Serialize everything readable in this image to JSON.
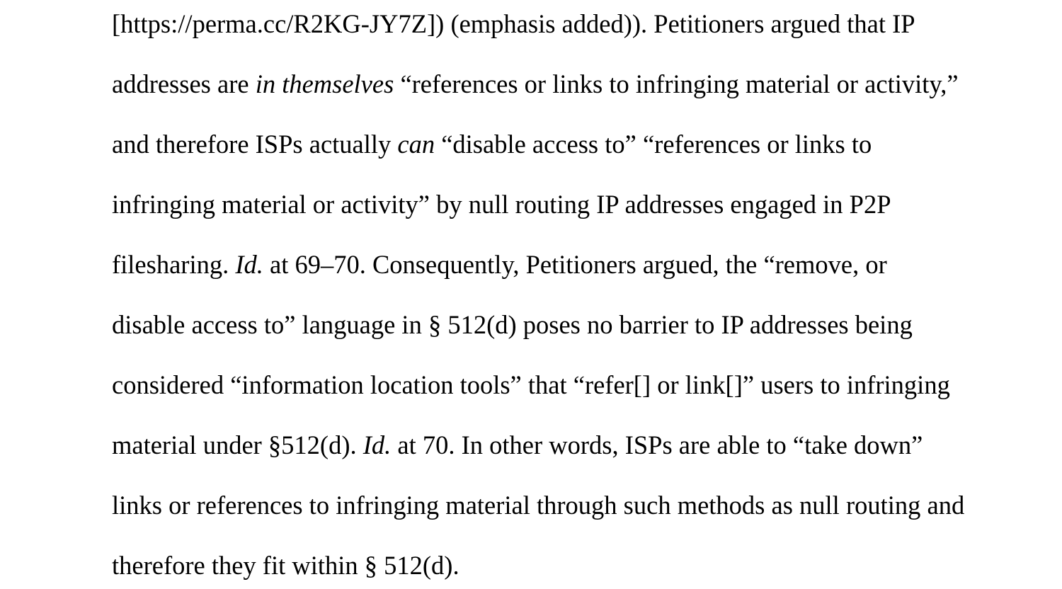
{
  "document": {
    "lines": [
      [
        {
          "text": "[https://perma.cc/R2KG-JY7Z]) (emphasis added)).  Petitioners argued that IP",
          "italic": false
        }
      ],
      [
        {
          "text": "addresses are ",
          "italic": false
        },
        {
          "text": "in themselves",
          "italic": true
        },
        {
          "text": " “references or links to infringing material or activity,”",
          "italic": false
        }
      ],
      [
        {
          "text": "and therefore ISPs actually ",
          "italic": false
        },
        {
          "text": "can",
          "italic": true
        },
        {
          "text": " “disable access to” “references or links to",
          "italic": false
        }
      ],
      [
        {
          "text": "infringing material or activity” by null routing IP addresses engaged in P2P",
          "italic": false
        }
      ],
      [
        {
          "text": "filesharing.  ",
          "italic": false
        },
        {
          "text": "Id.",
          "italic": true
        },
        {
          "text": " at 69–70.  Consequently, Petitioners argued, the “remove, or",
          "italic": false
        }
      ],
      [
        {
          "text": "disable access to” language in § 512(d) poses no barrier to IP addresses being",
          "italic": false
        }
      ],
      [
        {
          "text": "considered “information location tools” that “refer[] or link[]” users to infringing",
          "italic": false
        }
      ],
      [
        {
          "text": "material under §512(d).  ",
          "italic": false
        },
        {
          "text": "Id.",
          "italic": true
        },
        {
          "text": " at 70.  In other words, ISPs are able to “take down”",
          "italic": false
        }
      ],
      [
        {
          "text": "links or references to infringing material through such methods as null routing and",
          "italic": false
        }
      ],
      [
        {
          "text": "therefore they fit within § 512(d).",
          "italic": false
        }
      ]
    ]
  }
}
